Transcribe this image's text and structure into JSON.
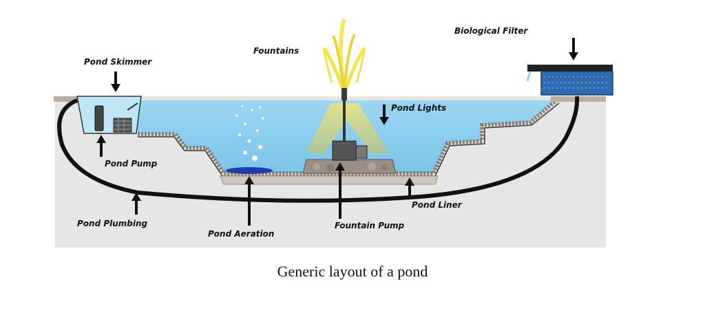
{
  "diagram": {
    "labels": {
      "pond_skimmer": "Pond Skimmer",
      "fountains": "Fountains",
      "biological_filter": "Biological Filter",
      "pond_lights": "Pond Lights",
      "pond_pump": "Pond Pump",
      "pond_liner": "Pond Liner",
      "pond_plumbing": "Pond Plumbing",
      "pond_aeration": "Pond Aeration",
      "fountain_pump": "Fountain Pump"
    },
    "colors": {
      "water": "#8fd0f0",
      "water_dark": "#4aa8e0",
      "ground": "#e4e4e4",
      "rock_edge": "#9a8c80",
      "liner": "#333333",
      "fountain_spray": "#f2e24a",
      "light_beam": "#d8d47a",
      "pipe": "#111111",
      "aeration_disc": "#1a3fa8",
      "filter_media": "#2f6bb0"
    }
  },
  "caption": "Generic layout of a pond"
}
